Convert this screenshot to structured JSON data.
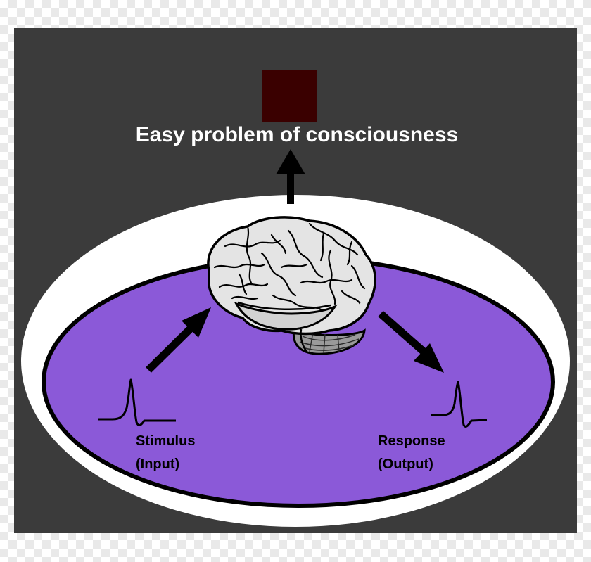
{
  "title": "Easy problem of consciousness",
  "input_label": {
    "line1": "Stimulus",
    "line2": "(Input)"
  },
  "output_label": {
    "line1": "Response",
    "line2": "(Output)"
  },
  "colors": {
    "background": "#3b3b3b",
    "outer_ellipse": "#ffffff",
    "inner_ellipse": "#8b59d8",
    "square": "#3a0000",
    "arrow": "#000000",
    "title_text": "#ffffff",
    "label_text": "#000000"
  },
  "icons": [
    "brain-icon",
    "spike-waveform-icon",
    "arrow-icon"
  ]
}
